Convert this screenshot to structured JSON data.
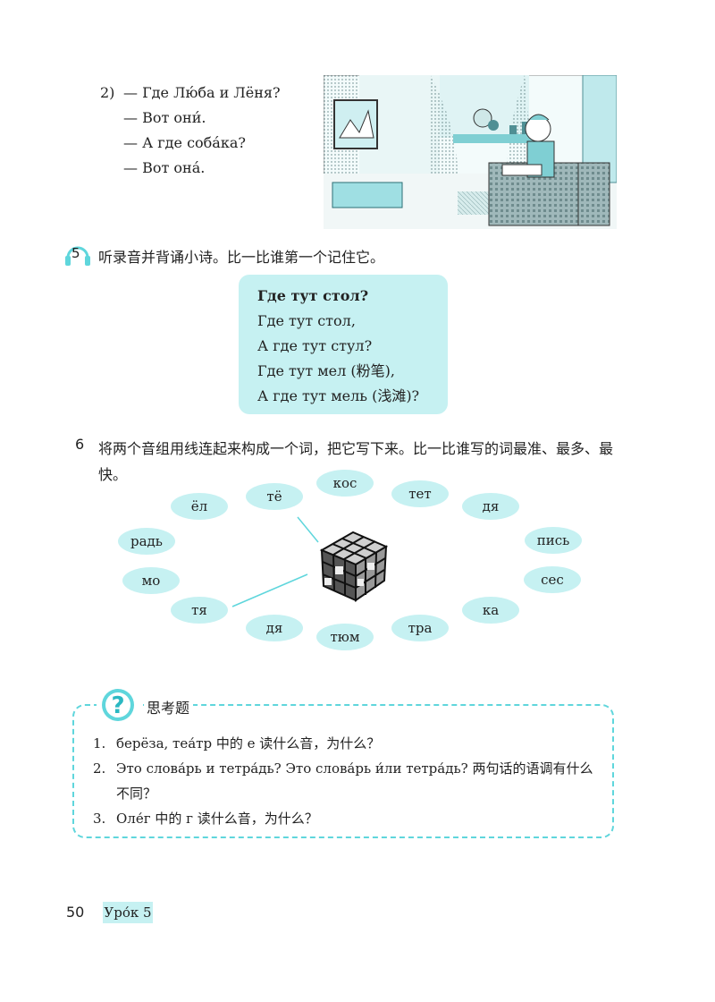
{
  "dialogue": {
    "number": "2)",
    "lines": [
      "— Где Лю́ба и Лёня?",
      "— Вот они́.",
      "— А где соба́ка?",
      "— Вот она́."
    ]
  },
  "exercise5": {
    "number": "5",
    "instruction": "听录音并背诵小诗。比一比谁第一个记住它。",
    "poem": {
      "title": "Где тут стол?",
      "lines": [
        "Где тут стол,",
        "А где тут стул?",
        "Где тут мел (粉笔),",
        "А где тут мель (浅滩)?"
      ]
    }
  },
  "exercise6": {
    "number": "6",
    "instruction": "将两个音组用线连起来构成一个词，把它写下来。比一比谁写的词最准、最多、最快。",
    "syllables": [
      "кос",
      "тё",
      "тет",
      "ёл",
      "дя",
      "радь",
      "пись",
      "мо",
      "сес",
      "тя",
      "ка",
      "дя",
      "тра",
      "тюм"
    ]
  },
  "think": {
    "title": "思考题",
    "questions": [
      {
        "n": "1.",
        "text": "берёза, теа́тр 中的 е 读什么音，为什么？"
      },
      {
        "n": "2.",
        "text": "Это слова́рь и тетра́дь? Это слова́рь и́ли тетра́дь? 两句话的语调有什么"
      },
      {
        "n": "",
        "text": "不同？"
      },
      {
        "n": "3.",
        "text": "Оле́г 中的 г 读什么音，为什么？"
      }
    ]
  },
  "footer": {
    "page_number": "50",
    "lesson": "Уро́к 5"
  },
  "colors": {
    "accent": "#c6f1f2",
    "accent_dark": "#5fd6dc"
  }
}
